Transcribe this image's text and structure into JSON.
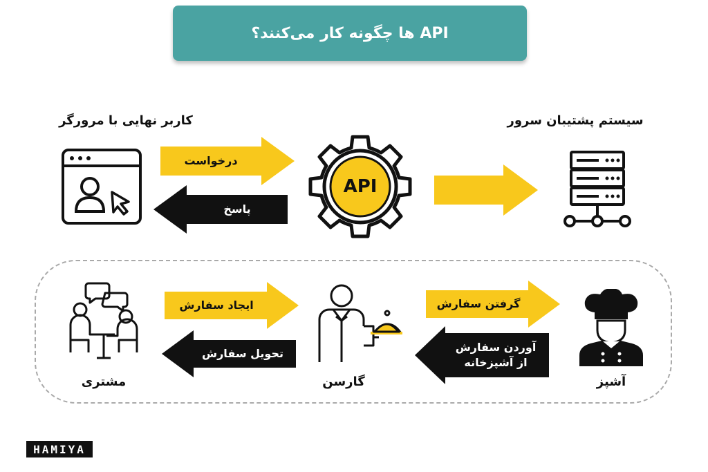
{
  "title": "API ها چگونه کار می‌کنند؟",
  "colors": {
    "teal": "#4aa3a2",
    "yellow": "#f8c81c",
    "black": "#111111",
    "dash": "#a9a9a9"
  },
  "top_flow": {
    "client_label": "کاربر نهایی با مرورگر",
    "server_label": "سیستم پشتیبان سرور",
    "request_label": "درخواست",
    "response_label": "پاسخ",
    "gear_text": "API"
  },
  "bottom_flow": {
    "customer_label": "مشتری",
    "waiter_label": "گارسن",
    "chef_label": "آشپز",
    "create_order_label": "ایجاد سفارش",
    "deliver_order_label": "تحویل سفارش",
    "take_order_label": "گرفتن سفارش",
    "bring_from_kitchen_label": "آوردن سفارش\nاز آشپزخانه"
  },
  "logo": "HAMIYA",
  "icons": [
    "browser-user-icon",
    "api-gear-icon",
    "server-network-icon",
    "customers-table-icon",
    "waiter-icon",
    "chef-icon"
  ]
}
